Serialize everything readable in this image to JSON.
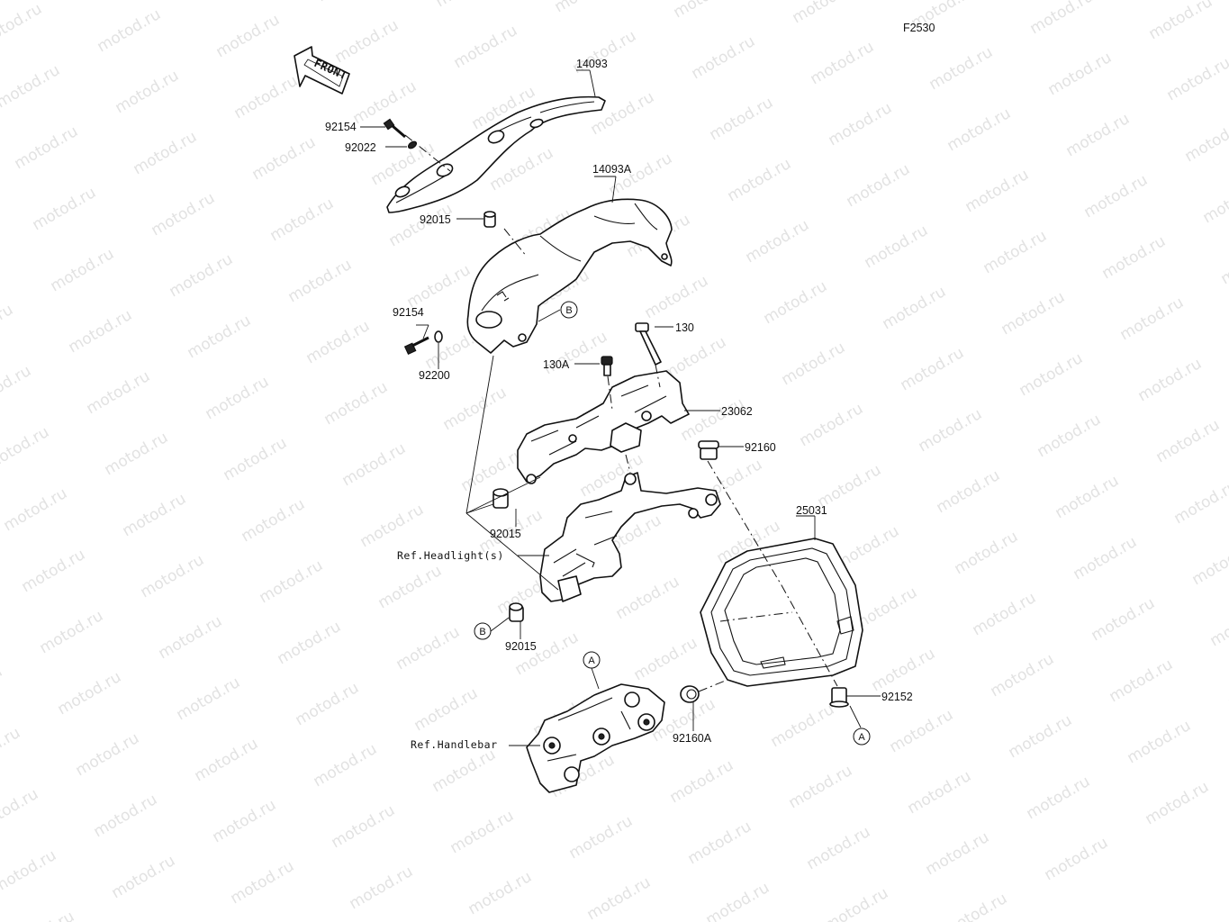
{
  "figure_code": "F2530",
  "watermark_text": "motod.ru",
  "front_arrow_text": "FRONT",
  "labels": {
    "p14093": "14093",
    "p14093A": "14093A",
    "p92154_top": "92154",
    "p92022": "92022",
    "p92015_top": "92015",
    "p92154_mid": "92154",
    "p92200": "92200",
    "p130": "130",
    "p130A": "130A",
    "p23062": "23062",
    "p92160": "92160",
    "p92015_mid": "92015",
    "p25031": "25031",
    "ref_headlight": "Ref.Headlight(s)",
    "p92015_bot": "92015",
    "p92152": "92152",
    "p92160A": "92160A",
    "ref_handlebar": "Ref.Handlebar"
  },
  "markers": {
    "B_upper": "B",
    "B_lower": "B",
    "A_left": "A",
    "A_right": "A"
  }
}
